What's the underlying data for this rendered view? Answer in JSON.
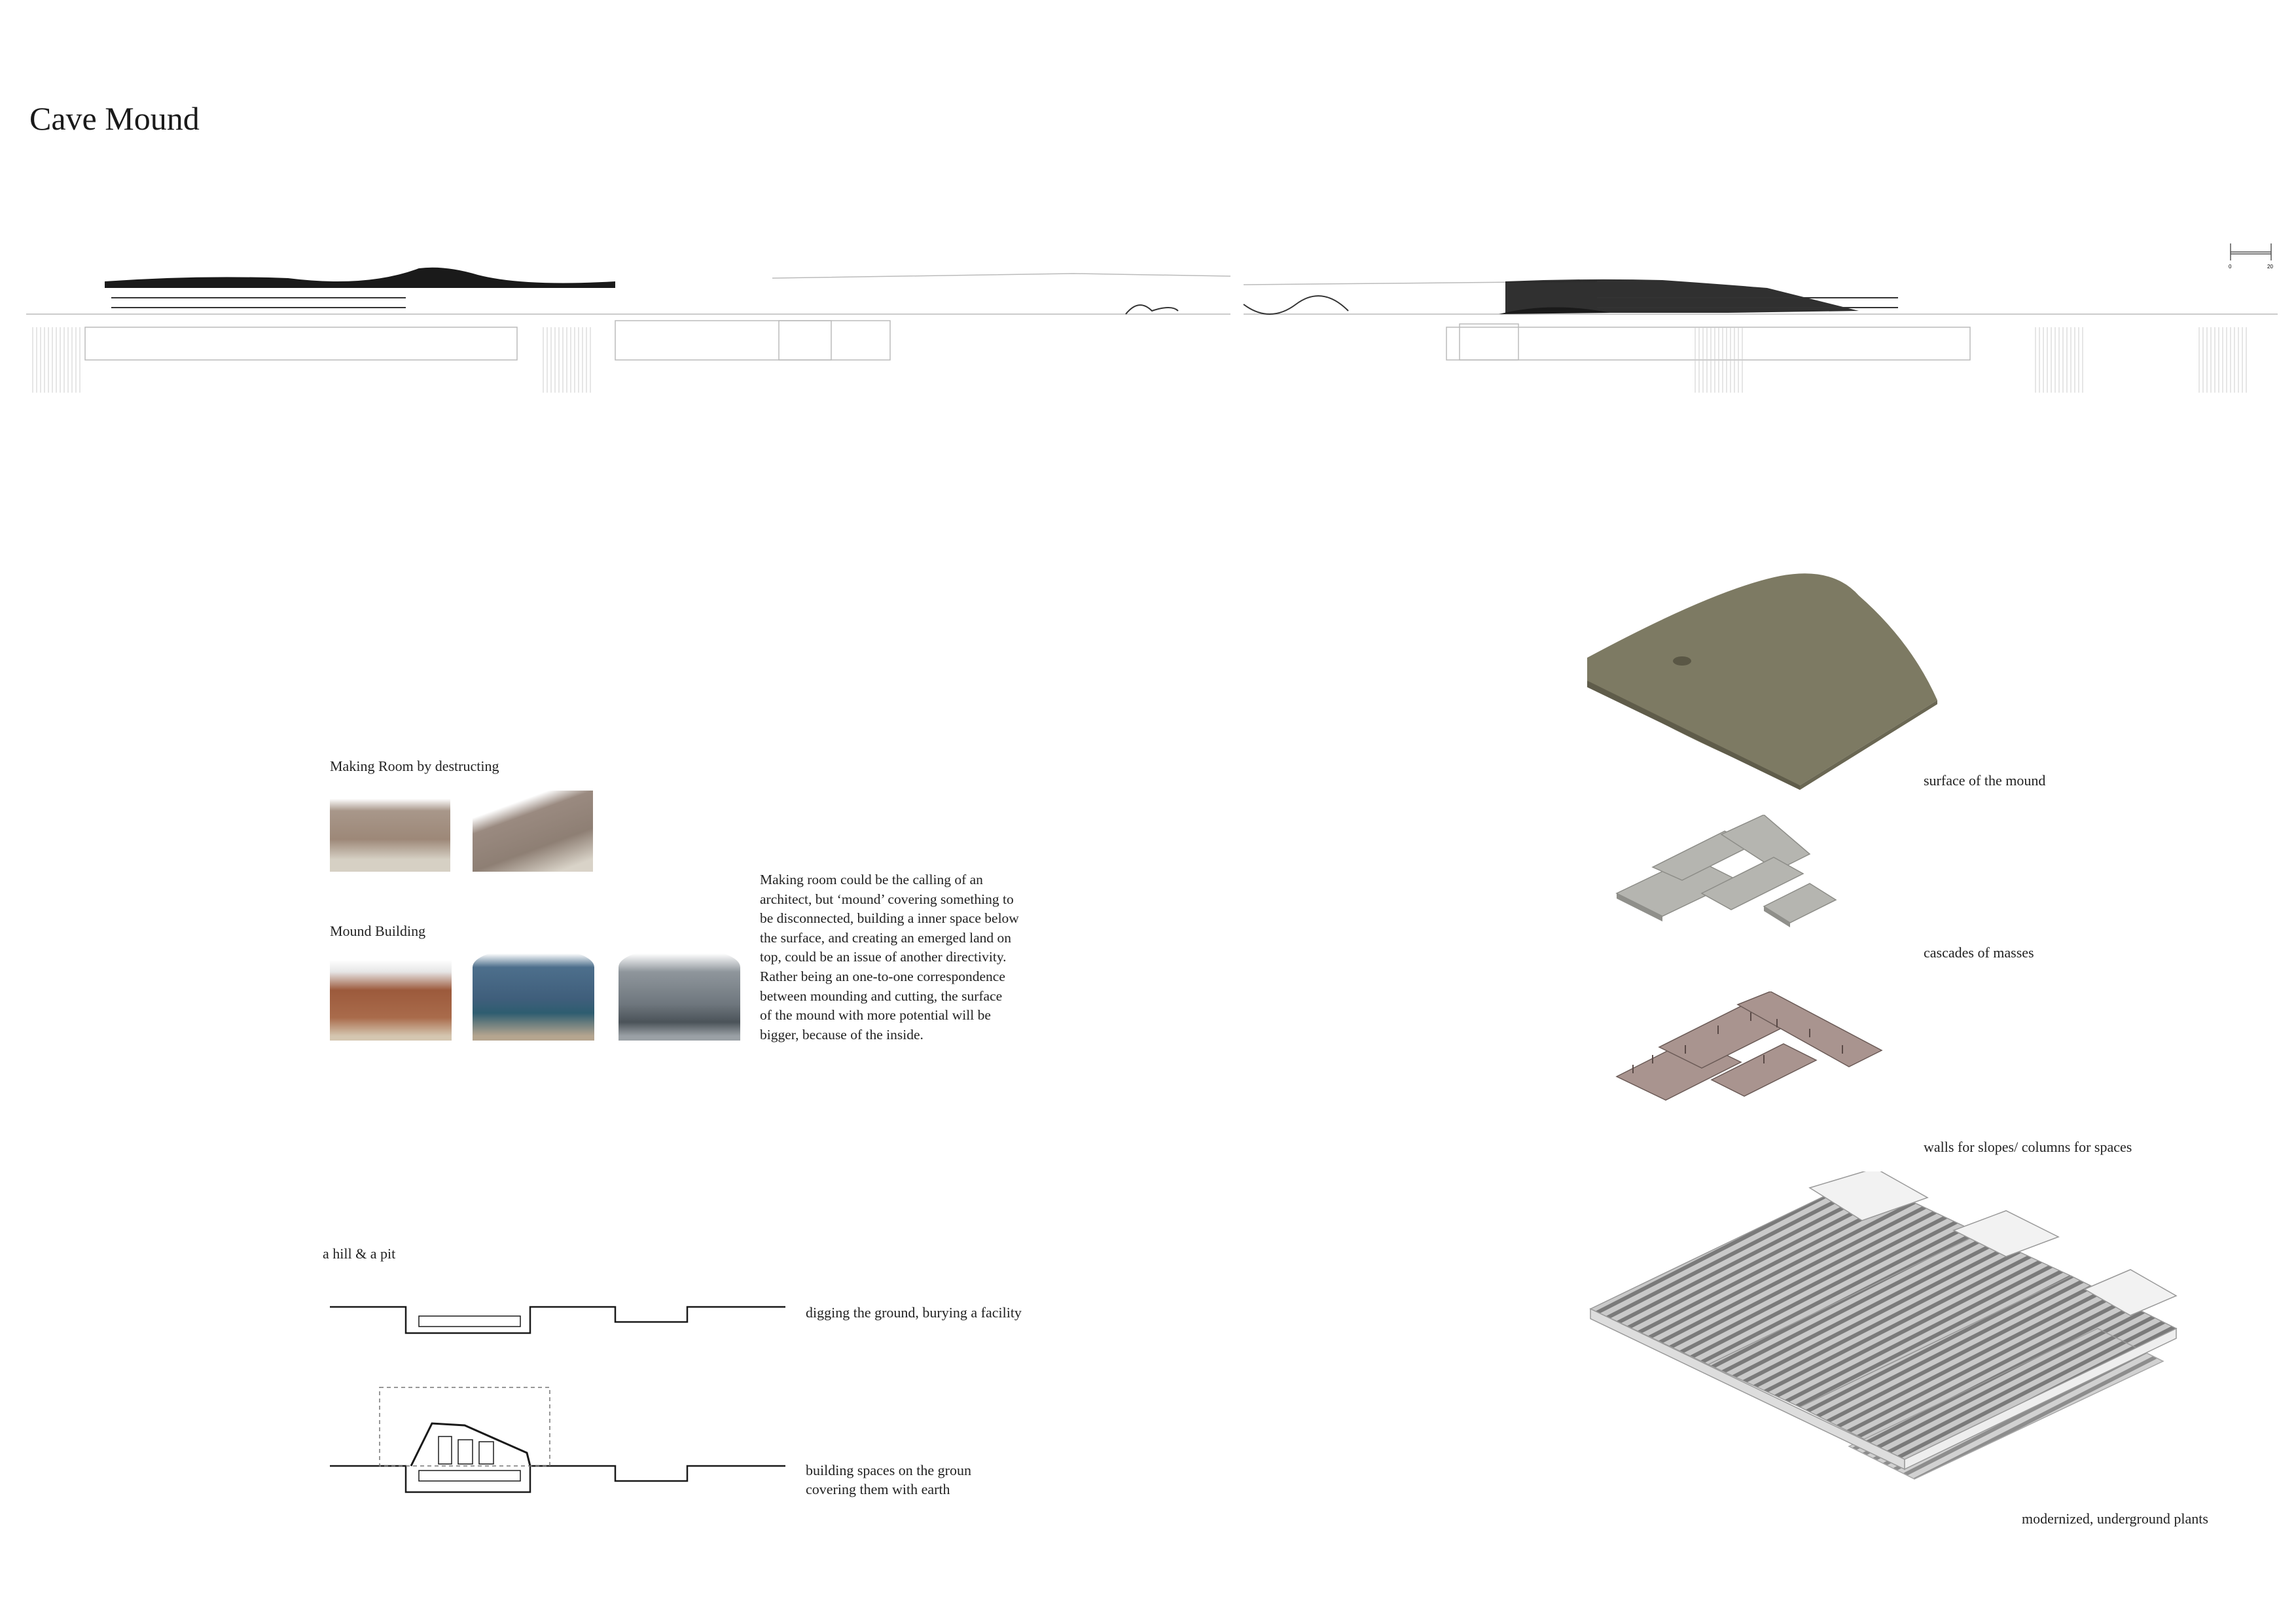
{
  "title": "Cave Mound",
  "section": {
    "scale_bar": {
      "start": "0",
      "end": "20"
    }
  },
  "precedents": {
    "destructing_heading": "Making Room by destructing",
    "mound_heading": "Mound Building"
  },
  "essay": {
    "lines": [
      "Making room could be the calling of an",
      "architect, but ‘mound’ covering something to",
      "be disconnected, building a inner space below",
      "the surface, and creating an emerged land on",
      "top, could be an issue of another directivity.",
      "Rather being an one-to-one correspondence",
      "between mounding and cutting, the surface",
      "of the mound with more potential will be",
      "bigger, because of the inside."
    ]
  },
  "diagrams": {
    "heading": "a hill & a pit",
    "digging_caption": "digging the ground, burying a facility",
    "building_caption_lines": [
      "building spaces on the groun",
      "covering them with earth"
    ]
  },
  "layers": {
    "surface_caption": "surface of the mound",
    "masses_caption": "cascades of masses",
    "walls_caption": "walls for slopes/ columns for spaces",
    "plants_caption": "modernized, underground plants"
  },
  "colors": {
    "mound": "#7d7a63",
    "concrete": "#b5b5b0",
    "walls": "#a9948f",
    "ink": "#1a1a1a"
  }
}
